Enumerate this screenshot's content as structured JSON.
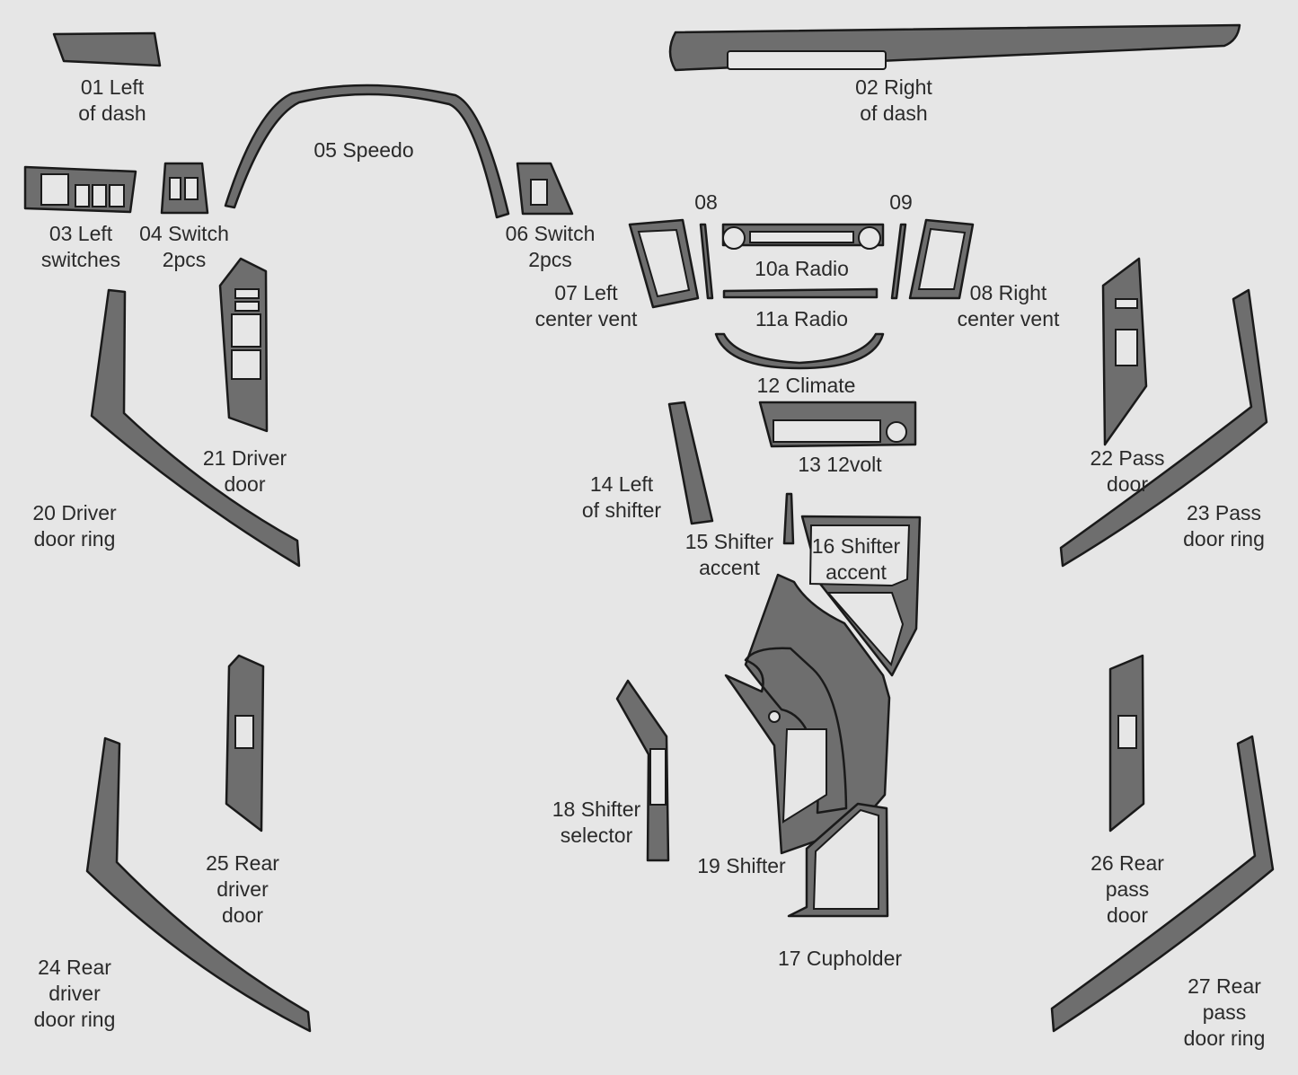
{
  "colors": {
    "background": "#e6e6e6",
    "part_fill": "#6e6e6e",
    "outline": "#1a1a1a",
    "text": "#2a2a2a"
  },
  "labels": {
    "p01": [
      "01 Left",
      "of dash"
    ],
    "p02": [
      "02 Right",
      "of dash"
    ],
    "p03": [
      "03 Left",
      "switches"
    ],
    "p04": [
      "04 Switch",
      "2pcs"
    ],
    "p05": [
      "05 Speedo"
    ],
    "p06": [
      "06 Switch",
      "2pcs"
    ],
    "p07": [
      "07  Left",
      "center vent"
    ],
    "p08a": [
      "08"
    ],
    "p09": [
      "09"
    ],
    "p08b": [
      "08 Right",
      "center vent"
    ],
    "p10a": [
      "10a Radio"
    ],
    "p11a": [
      "11a Radio"
    ],
    "p12": [
      "12 Climate"
    ],
    "p13": [
      "13 12volt"
    ],
    "p14": [
      "14 Left",
      "of shifter"
    ],
    "p15": [
      "15 Shifter",
      "accent"
    ],
    "p16": [
      "16 Shifter",
      "accent"
    ],
    "p17": [
      "17 Cupholder"
    ],
    "p18": [
      "18 Shifter",
      "selector"
    ],
    "p19": [
      "19 Shifter"
    ],
    "p20": [
      "20 Driver",
      "door ring"
    ],
    "p21": [
      "21 Driver",
      "door"
    ],
    "p22": [
      "22 Pass",
      "door"
    ],
    "p23": [
      "23 Pass",
      "door ring"
    ],
    "p24": [
      "24 Rear",
      "driver",
      "door ring"
    ],
    "p25": [
      "25 Rear",
      "driver",
      "door"
    ],
    "p26": [
      "26 Rear",
      "pass",
      "door"
    ],
    "p27": [
      "27 Rear",
      "pass",
      "door ring"
    ]
  }
}
